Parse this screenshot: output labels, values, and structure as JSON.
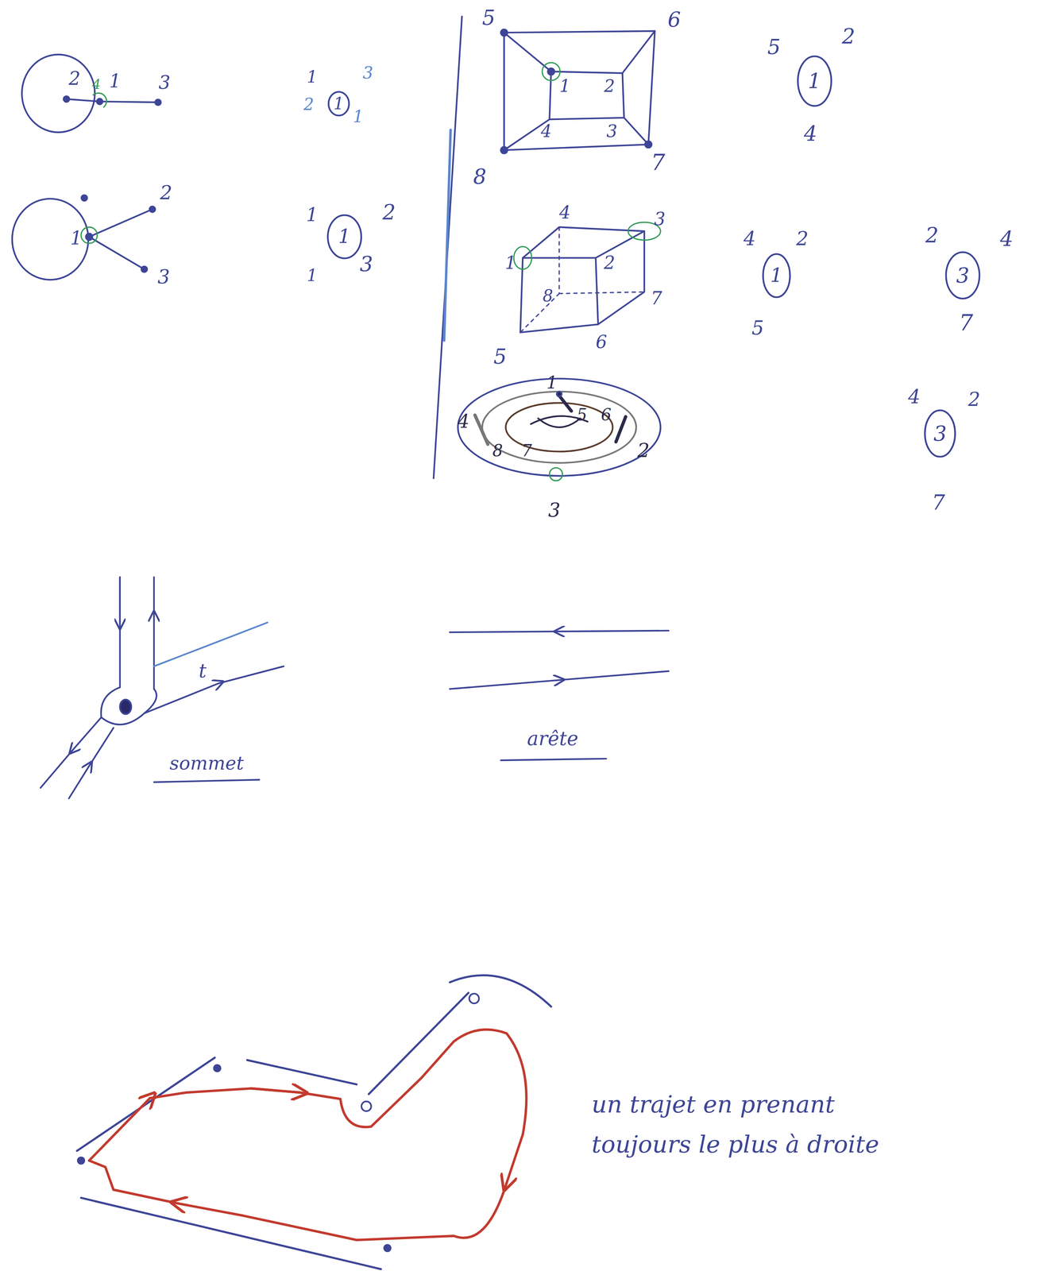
{
  "diagram": {
    "nodes": [
      {
        "text": [
          "1"
        ]
      },
      {
        "text": [
          "1"
        ]
      },
      {
        "text": [
          "1"
        ]
      },
      {
        "text": [
          "1"
        ]
      },
      {
        "text": [
          "3"
        ]
      },
      {
        "text": [
          "3"
        ]
      }
    ],
    "labels": [
      "2",
      "4",
      "1",
      "3",
      "1",
      "3",
      "2",
      "1",
      "1",
      "2",
      "3",
      "1",
      "2",
      "3",
      "1",
      "5",
      "6",
      "1",
      "2",
      "4",
      "3",
      "8",
      "7",
      "5",
      "2",
      "4",
      "4",
      "3",
      "1",
      "2",
      "8",
      "7",
      "5",
      "6",
      "4",
      "2",
      "5",
      "2",
      "4",
      "7",
      "1",
      "5",
      "6",
      "4",
      "8",
      "7",
      "2",
      "3",
      "4",
      "2",
      "7",
      "t",
      "sommet",
      "arête",
      "un trajet en prenant toujours le plus à droite"
    ]
  }
}
